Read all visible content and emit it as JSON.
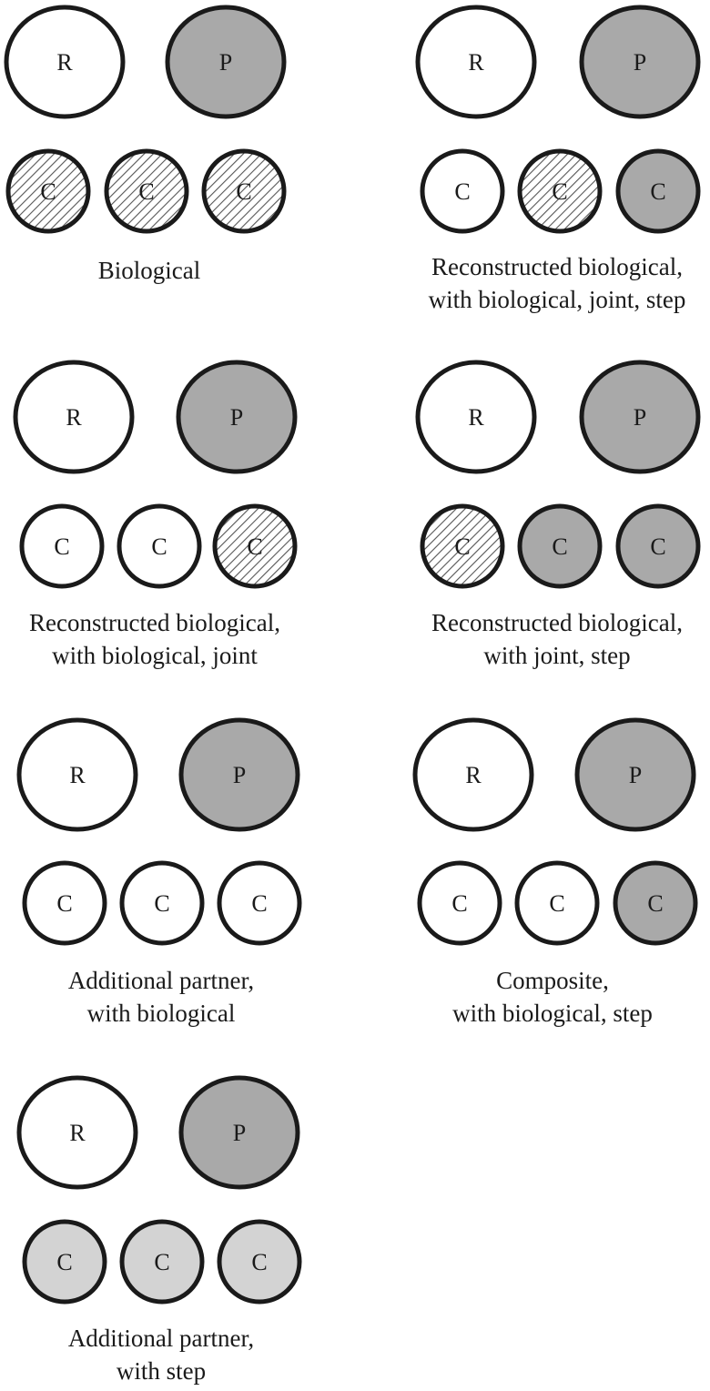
{
  "legend_colors": {
    "outline": "#1a1a1a",
    "white": "#ffffff",
    "dark_gray": "#a9a9a9",
    "light_gray": "#d3d3d3",
    "hatch_background": "#ffffff",
    "hatch_stroke": "#555555"
  },
  "panels": [
    {
      "id": "biological",
      "caption": [
        "Biological"
      ],
      "parents": [
        {
          "letter": "R",
          "fill": "white"
        },
        {
          "letter": "P",
          "fill": "dark_gray"
        }
      ],
      "children": [
        {
          "letter": "C",
          "fill": "hatch"
        },
        {
          "letter": "C",
          "fill": "hatch"
        },
        {
          "letter": "C",
          "fill": "hatch"
        }
      ]
    },
    {
      "id": "reconstructed-bio-joint-step",
      "caption": [
        "Reconstructed biological,",
        "with biological, joint, step"
      ],
      "parents": [
        {
          "letter": "R",
          "fill": "white"
        },
        {
          "letter": "P",
          "fill": "dark_gray"
        }
      ],
      "children": [
        {
          "letter": "C",
          "fill": "white"
        },
        {
          "letter": "C",
          "fill": "hatch"
        },
        {
          "letter": "C",
          "fill": "dark_gray"
        }
      ]
    },
    {
      "id": "reconstructed-bio-joint",
      "caption": [
        "Reconstructed biological,",
        "with biological, joint"
      ],
      "parents": [
        {
          "letter": "R",
          "fill": "white"
        },
        {
          "letter": "P",
          "fill": "dark_gray"
        }
      ],
      "children": [
        {
          "letter": "C",
          "fill": "white"
        },
        {
          "letter": "C",
          "fill": "white"
        },
        {
          "letter": "C",
          "fill": "hatch"
        }
      ]
    },
    {
      "id": "reconstructed-joint-step",
      "caption": [
        "Reconstructed biological,",
        "with joint, step"
      ],
      "parents": [
        {
          "letter": "R",
          "fill": "white"
        },
        {
          "letter": "P",
          "fill": "dark_gray"
        }
      ],
      "children": [
        {
          "letter": "C",
          "fill": "hatch"
        },
        {
          "letter": "C",
          "fill": "dark_gray"
        },
        {
          "letter": "C",
          "fill": "dark_gray"
        }
      ]
    },
    {
      "id": "additional-partner-bio",
      "caption": [
        "Additional partner,",
        "with biological"
      ],
      "parents": [
        {
          "letter": "R",
          "fill": "white"
        },
        {
          "letter": "P",
          "fill": "dark_gray"
        }
      ],
      "children": [
        {
          "letter": "C",
          "fill": "white"
        },
        {
          "letter": "C",
          "fill": "white"
        },
        {
          "letter": "C",
          "fill": "white"
        }
      ]
    },
    {
      "id": "composite-bio-step",
      "caption": [
        "Composite,",
        "with biological, step"
      ],
      "parents": [
        {
          "letter": "R",
          "fill": "white"
        },
        {
          "letter": "P",
          "fill": "dark_gray"
        }
      ],
      "children": [
        {
          "letter": "C",
          "fill": "white"
        },
        {
          "letter": "C",
          "fill": "white"
        },
        {
          "letter": "C",
          "fill": "dark_gray"
        }
      ]
    },
    {
      "id": "additional-partner-step",
      "caption": [
        "Additional partner,",
        "with step"
      ],
      "parents": [
        {
          "letter": "R",
          "fill": "white"
        },
        {
          "letter": "P",
          "fill": "dark_gray"
        }
      ],
      "children": [
        {
          "letter": "C",
          "fill": "light_gray"
        },
        {
          "letter": "C",
          "fill": "light_gray"
        },
        {
          "letter": "C",
          "fill": "light_gray"
        }
      ]
    }
  ]
}
